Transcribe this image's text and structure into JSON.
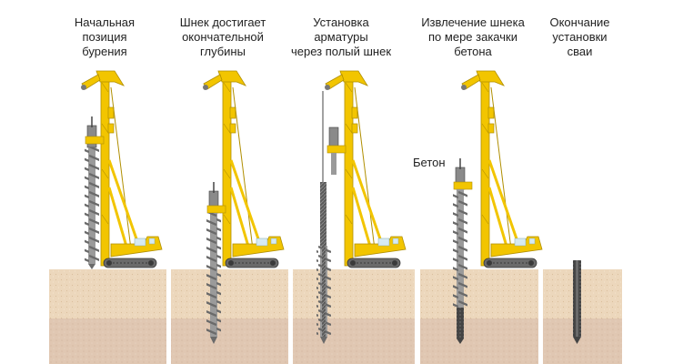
{
  "stages": [
    {
      "caption": [
        "Начальная",
        "позиция",
        "бурения"
      ]
    },
    {
      "caption": [
        "Шнек достигает",
        "окончательной",
        "глубины"
      ]
    },
    {
      "caption": [
        "Установка",
        "арматуры",
        "через полый шнек"
      ]
    },
    {
      "caption": [
        "Извлечение шнека",
        "по мере закачки",
        "бетона"
      ]
    },
    {
      "caption": [
        "Окончание",
        "установки",
        "сваи"
      ]
    }
  ],
  "concrete_label": "Бетон",
  "colors": {
    "rig_yellow": "#f2c500",
    "rig_outline": "#b08e00",
    "ground_top": "#ecd7bc",
    "ground_bottom": "#e0c7b2",
    "steel": "#5a5a5a",
    "concrete": "#444444"
  }
}
